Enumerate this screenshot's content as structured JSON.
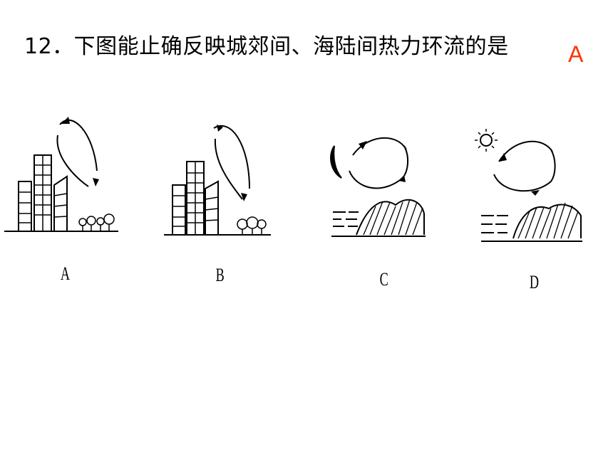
{
  "question": {
    "text": "12．下图能止确反映城郊间、海陆间热力环流的是"
  },
  "answer": {
    "text": "A",
    "color": "#ff3300"
  },
  "options": [
    {
      "label": "A"
    },
    {
      "label": "B"
    },
    {
      "label": "C"
    },
    {
      "label": "D"
    }
  ]
}
